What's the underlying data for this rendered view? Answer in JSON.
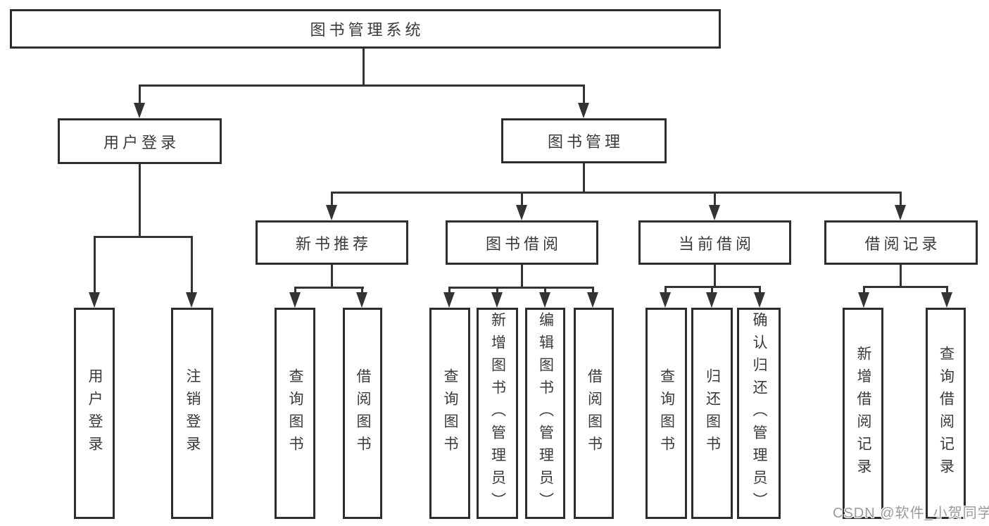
{
  "title": {
    "label": "图书管理系统"
  },
  "tree": {
    "user_login": {
      "label": "用户登录",
      "children": [
        {
          "label": "用户登录"
        },
        {
          "label": "注销登录"
        }
      ]
    },
    "book_management": {
      "label": "图书管理",
      "children": [
        {
          "label": "新书推荐",
          "children": [
            {
              "label": "查询图书"
            },
            {
              "label": "借阅图书"
            }
          ]
        },
        {
          "label": "图书借阅",
          "children": [
            {
              "label": "查询图书"
            },
            {
              "label": "新增图书（管理员）"
            },
            {
              "label": "编辑图书（管理员）"
            },
            {
              "label": "借阅图书"
            }
          ]
        },
        {
          "label": "当前借阅",
          "children": [
            {
              "label": "查询图书"
            },
            {
              "label": "归还图书"
            },
            {
              "label": "确认归还（管理员）"
            }
          ]
        },
        {
          "label": "借阅记录",
          "children": [
            {
              "label": "新增借阅记录"
            },
            {
              "label": "查询借阅记录"
            }
          ]
        }
      ]
    }
  },
  "watermark": {
    "text": "CSDN @软件_小贺同学"
  },
  "colors": {
    "line": "#333333",
    "border": "#2e2e2e",
    "text": "#3a3a3a",
    "background": "#ffffff",
    "watermark": "#9b9b9b"
  }
}
